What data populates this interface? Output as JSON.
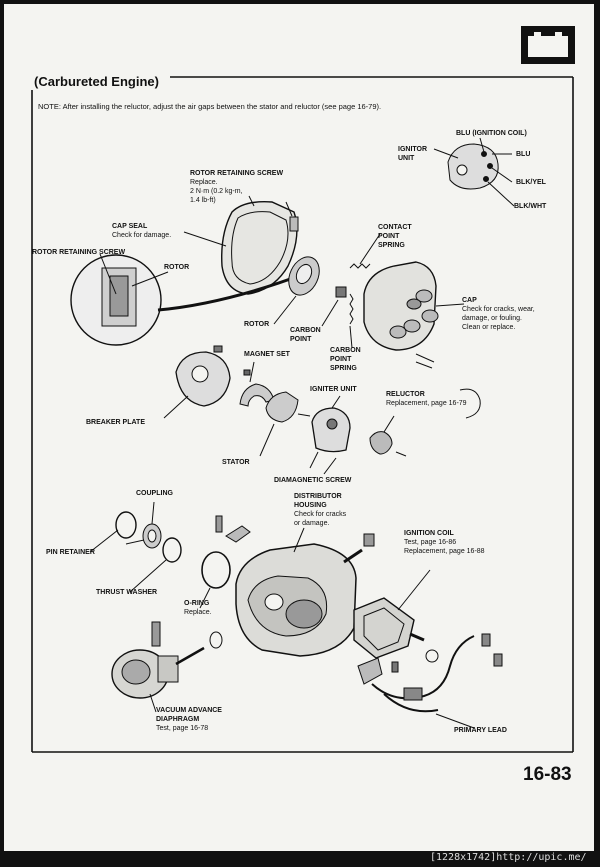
{
  "header": {
    "section_title": "(Carbureted Engine)",
    "note": "NOTE: After installing the reluctor, adjust the air gaps between the stator and reluctor (see page 16-79)."
  },
  "labels": {
    "blu_ignition_coil": "BLU (IGNITION COIL)",
    "ignitor_unit": [
      "IGNITOR",
      "UNIT"
    ],
    "blu": "BLU",
    "blk_yel": "BLK/YEL",
    "blk_wht": "BLK/WHT",
    "rotor_retaining_screw_top": [
      "ROTOR RETAINING SCREW",
      "Replace.",
      "2 N·m (0.2 kg-m,",
      "1.4 lb-ft)"
    ],
    "cap_seal": [
      "CAP SEAL",
      "Check for damage."
    ],
    "rotor_retaining_screw_left": "ROTOR RETAINING SCREW",
    "rotor_inset": "ROTOR",
    "contact_point_spring": [
      "CONTACT",
      "POINT",
      "SPRING"
    ],
    "cap": [
      "CAP",
      "Check for cracks, wear,",
      "damage, or fouling.",
      "Clean or replace."
    ],
    "rotor": "ROTOR",
    "carbon_point": [
      "CARBON",
      "POINT"
    ],
    "carbon_point_spring": [
      "CARBON",
      "POINT",
      "SPRING"
    ],
    "magnet_set": "MAGNET SET",
    "igniter_unit": "IGNITER UNIT",
    "reluctor": [
      "RELUCTOR",
      "Replacement, page 16-79"
    ],
    "breaker_plate": "BREAKER PLATE",
    "stator": "STATOR",
    "diamagnetic_screw": "DIAMAGNETIC SCREW",
    "coupling": "COUPLING",
    "distributor_housing": [
      "DISTRIBUTOR",
      "HOUSING",
      "Check for cracks",
      "or damage."
    ],
    "pin_retainer": "PIN RETAINER",
    "ignition_coil": [
      "IGNITION COIL",
      "Test, page 16-86",
      "Replacement, page 16-88"
    ],
    "thrust_washer": "THRUST WASHER",
    "o_ring": [
      "O-RING",
      "Replace."
    ],
    "vacuum_advance": [
      "VACUUM ADVANCE",
      "DIAPHRAGM",
      "Test, page 16-78"
    ],
    "primary_lead": "PRIMARY LEAD"
  },
  "page_number": "16-83",
  "footer": "[1228x1742]http://upic.me/",
  "icons": {
    "battery": "battery-icon",
    "battery_terminals": [
      "−",
      "+"
    ]
  },
  "colors": {
    "paper": "#f4f4f1",
    "ink": "#111111",
    "frame": "#111111"
  }
}
